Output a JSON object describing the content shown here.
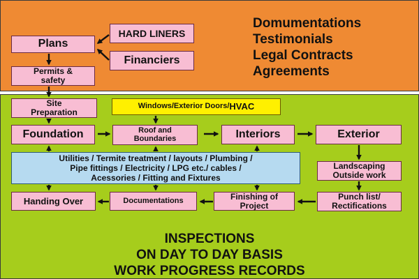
{
  "top": {
    "plans": "Plans",
    "hard_liners": "HARD LINERS",
    "financiers": "Financiers",
    "permits": [
      "Permits &",
      "safety"
    ],
    "list": [
      "Domumentations",
      "Testimonials",
      "Legal Contracts",
      "Agreements"
    ]
  },
  "flow": {
    "site_preparation": [
      "Site",
      "Preparation"
    ],
    "windows_hvac_prefix": "Windows/Exterior Doors/ ",
    "windows_hvac_suffix": "HVAC",
    "foundation": "Foundation",
    "roof": [
      "Roof and",
      "Boundaries"
    ],
    "interiors": "Interiors",
    "exterior": "Exterior",
    "utilities": [
      "Utilities / Termite treatment / layouts / Plumbing /",
      "Pipe fittings / Electricity / LPG etc./ cables /",
      "Acessories / Fitting  and Fixtures"
    ],
    "landscaping": [
      "Landscaping",
      "Outside work"
    ],
    "handing_over": "Handing Over",
    "documentations": "Documentations",
    "finishing": [
      "Finishing of",
      "Project"
    ],
    "punch_list": [
      "Punch list/",
      "Rectifications"
    ]
  },
  "bottom": {
    "lines": [
      "INSPECTIONS",
      "ON DAY TO DAY BASIS",
      "WORK PROGRESS RECORDS"
    ]
  },
  "colors": {
    "top_panel": "#ef8a33",
    "bottom_panel": "#a6cd1c",
    "box_pink": "#f8bdd3",
    "box_yellow": "#fff000",
    "box_blue": "#b6daf0"
  }
}
